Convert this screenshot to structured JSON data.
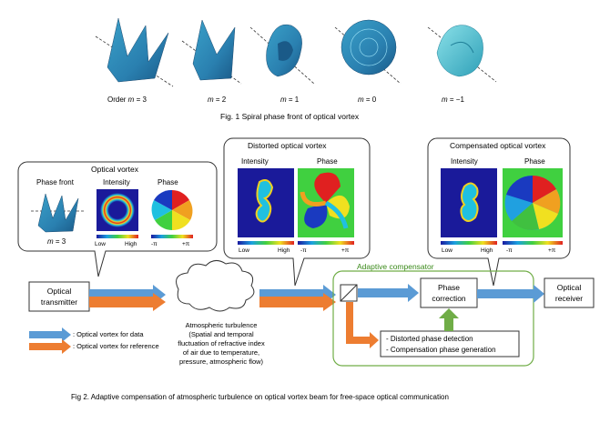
{
  "fig1": {
    "orders": [
      {
        "prefix": "Order ",
        "m": "m",
        "value": " = 3"
      },
      {
        "prefix": "",
        "m": "m",
        "value": " = 2"
      },
      {
        "prefix": "",
        "m": "m",
        "value": " = 1"
      },
      {
        "prefix": "",
        "m": "m",
        "value": " = 0"
      },
      {
        "prefix": "",
        "m": "m",
        "value": " = −1"
      }
    ],
    "caption": "Fig. 1  Spiral phase front of optical vortex"
  },
  "fig2": {
    "vortex_box": {
      "title": "Optical vortex",
      "phase_front": "Phase front",
      "intensity": "Intensity",
      "phase": "Phase",
      "order_m": "m",
      "order_value": " = 3",
      "low": "Low",
      "high": "High",
      "neg_pi": "-π",
      "pos_pi": "+π"
    },
    "distorted_box": {
      "title": "Distorted optical vortex",
      "intensity": "Intensity",
      "phase": "Phase",
      "low": "Low",
      "high": "High",
      "neg_pi": "-π",
      "pos_pi": "+π"
    },
    "compensated_box": {
      "title": "Compensated optical vortex",
      "intensity": "Intensity",
      "phase": "Phase",
      "low": "Low",
      "high": "High",
      "neg_pi": "-π",
      "pos_pi": "+π"
    },
    "transmitter": [
      "Optical",
      "transmitter"
    ],
    "receiver": [
      "Optical",
      "receiver"
    ],
    "adaptive_label": "Adaptive compensator",
    "phase_correction": [
      "Phase",
      "correction"
    ],
    "detection_lines": [
      "- Distorted phase detection",
      "- Compensation phase generation"
    ],
    "turbulence": [
      "Atmospheric turbulence",
      "(Spatial and temporal",
      "fluctuation of refractive index",
      "of air due to temperature,",
      "pressure, atmospheric flow)"
    ],
    "legend": [
      {
        "label": ": Optical vortex for data",
        "color": "#5b9bd5"
      },
      {
        "label": ": Optical vortex for reference",
        "color": "#ed7d31"
      }
    ],
    "caption": "Fig 2.  Adaptive compensation of atmospheric turbulence on optical vortex beam for free-space optical communication",
    "colors": {
      "data_arrow": "#5b9bd5",
      "reference_arrow": "#ed7d31",
      "compensator": "#70ad47",
      "feedback": "#70ad47"
    }
  }
}
